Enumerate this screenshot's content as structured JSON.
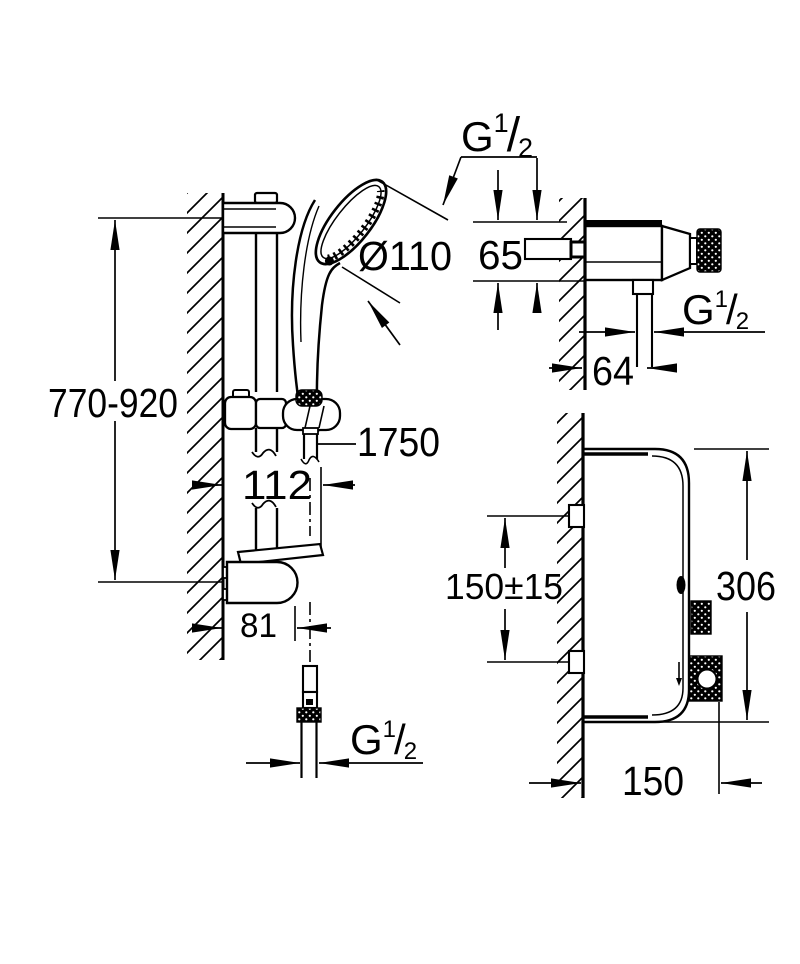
{
  "figure": {
    "type": "technical-dimensional-drawing",
    "subject": "shower rail set with hand shower and wall-mounted thermostat, side views with millimetre dimensions",
    "colors": {
      "background": "#ffffff",
      "ink": "#000000"
    },
    "thread": {
      "g": "G",
      "sup": "1",
      "slash": "/",
      "sub": "2"
    },
    "rail_view": {
      "height_range": "770-920",
      "head_diameter": "Ø110",
      "hose_length": "1750",
      "holder_offset": "112",
      "bracket_offset": "81"
    },
    "valve_view": {
      "body_height": "65",
      "outlet_offset": "64"
    },
    "thermostat_view": {
      "inlet_spacing": "150±15",
      "overall_height": "306",
      "depth": "150"
    }
  }
}
